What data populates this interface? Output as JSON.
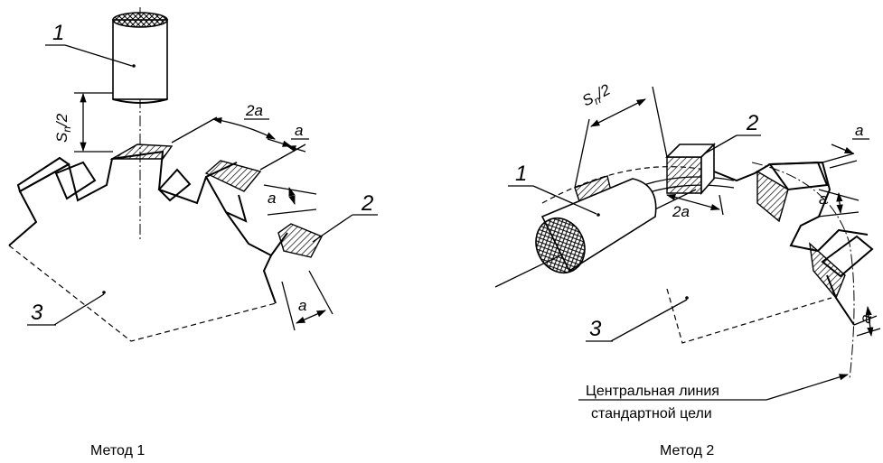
{
  "method1": {
    "caption": "Метод 1",
    "label_probe": "1",
    "label_target": "2",
    "label_body": "3",
    "dim_distance_main": "S",
    "dim_distance_sub": "n",
    "dim_distance_tail": "/2",
    "dim_2a": "2a",
    "dim_a_top": "a",
    "dim_a_mid": "a",
    "dim_a_bottom": "a"
  },
  "method2": {
    "caption": "Метод 2",
    "label_probe": "1",
    "label_target": "2",
    "label_body": "3",
    "dim_distance_main": "S",
    "dim_distance_sub": "n",
    "dim_distance_tail": "/2",
    "dim_2a": "2a",
    "dim_a_top": "a",
    "dim_a_mid": "a",
    "dim_a_side": "a",
    "centerline_note_line1": "Центральная линия",
    "centerline_note_line2": "стандартной цели"
  }
}
